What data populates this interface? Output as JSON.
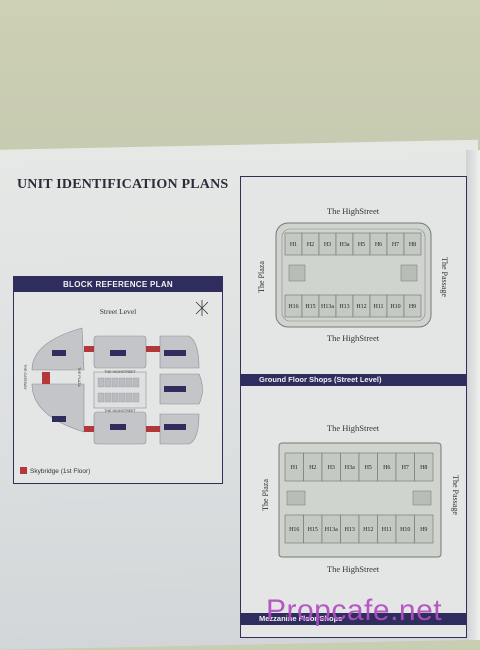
{
  "page": {
    "title": "UNIT IDENTIFICATION PLANS"
  },
  "block_plan": {
    "header": "BLOCK REFERENCE PLAN",
    "street_level": "Street Level",
    "the_highstreet_top": "THE HIGHSTREET",
    "the_highstreet_bottom": "THE HIGHSTREET",
    "the_gateway": "THE GATEWAY",
    "the_plaza": "THE PLAZA",
    "legend_label": "Skybridge (1st Floor)",
    "skybridge_color": "#b4383a",
    "compass": "compass-icon"
  },
  "ground_floor": {
    "street_top": "The HighStreet",
    "street_bottom": "The HighStreet",
    "plaza": "The Plaza",
    "passage": "The Passage",
    "units_top": [
      "H1",
      "H2",
      "H3",
      "H3a",
      "H5",
      "H6",
      "H7",
      "H8"
    ],
    "units_bottom": [
      "H16",
      "H15",
      "H13a",
      "H13",
      "H12",
      "H11",
      "H10",
      "H9"
    ],
    "band": "Ground Floor Shops (Street Level)"
  },
  "mezzanine_floor": {
    "street_top": "The HighStreet",
    "street_bottom": "The HighStreet",
    "plaza": "The Plaza",
    "passage": "The Passage",
    "units_top": [
      "H1",
      "H2",
      "H3",
      "H3a",
      "H5",
      "H6",
      "H7",
      "H8"
    ],
    "units_bottom": [
      "H16",
      "H15",
      "H13a",
      "H13",
      "H12",
      "H11",
      "H10",
      "H9"
    ],
    "band": "Mezzanine Floor Shops"
  },
  "watermark": "Propcafe.net",
  "colors": {
    "navy": "#2e2d5e",
    "block_fill": "#c3c5c8",
    "plan_fill": "#cfd4cf"
  }
}
